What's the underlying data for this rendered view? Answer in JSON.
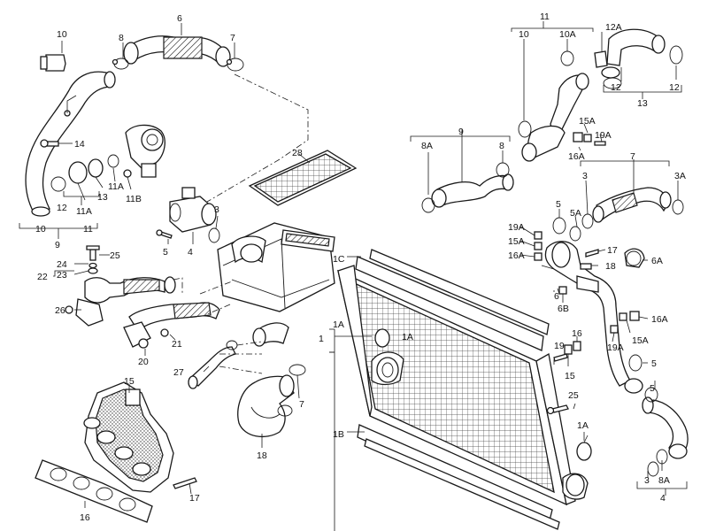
{
  "callouts": [
    {
      "id": "c-6",
      "text": "6"
    },
    {
      "id": "c-8-top",
      "text": "8"
    },
    {
      "id": "c-7-top",
      "text": "7"
    },
    {
      "id": "c-10-topleft",
      "text": "10"
    },
    {
      "id": "c-14",
      "text": "14"
    },
    {
      "id": "c-13-left",
      "text": "13"
    },
    {
      "id": "c-11a-left",
      "text": "11A"
    },
    {
      "id": "c-11b",
      "text": "11B"
    },
    {
      "id": "c-11a-left2",
      "text": "11A"
    },
    {
      "id": "c-10-left",
      "text": "10"
    },
    {
      "id": "c-12-left",
      "text": "12"
    },
    {
      "id": "c-11-left",
      "text": "11"
    },
    {
      "id": "c-9-left",
      "text": "9"
    },
    {
      "id": "c-28",
      "text": "28"
    },
    {
      "id": "c-3-mid",
      "text": "3"
    },
    {
      "id": "c-5-mid",
      "text": "5"
    },
    {
      "id": "c-4-mid",
      "text": "4"
    },
    {
      "id": "c-24",
      "text": "24"
    },
    {
      "id": "c-25-left",
      "text": "25"
    },
    {
      "id": "c-23",
      "text": "23"
    },
    {
      "id": "c-22",
      "text": "22"
    },
    {
      "id": "c-26",
      "text": "26"
    },
    {
      "id": "c-21",
      "text": "21"
    },
    {
      "id": "c-20",
      "text": "20"
    },
    {
      "id": "c-27",
      "text": "27"
    },
    {
      "id": "c-7-mid",
      "text": "7"
    },
    {
      "id": "c-18-left",
      "text": "18"
    },
    {
      "id": "c-15-left",
      "text": "15"
    },
    {
      "id": "c-17-left",
      "text": "17"
    },
    {
      "id": "c-16-left",
      "text": "16"
    },
    {
      "id": "c-1c",
      "text": "1C"
    },
    {
      "id": "c-1a-mid",
      "text": "1A"
    },
    {
      "id": "c-1",
      "text": "1"
    },
    {
      "id": "c-1a-inner",
      "text": "1A"
    },
    {
      "id": "c-1b",
      "text": "1B"
    },
    {
      "id": "c-11-top",
      "text": "11"
    },
    {
      "id": "c-10-top",
      "text": "10"
    },
    {
      "id": "c-10a-top",
      "text": "10A"
    },
    {
      "id": "c-12a",
      "text": "12A"
    },
    {
      "id": "c-12-right1",
      "text": "12"
    },
    {
      "id": "c-12-right2",
      "text": "12"
    },
    {
      "id": "c-13-right",
      "text": "13"
    },
    {
      "id": "c-9-right",
      "text": "9"
    },
    {
      "id": "c-8a-top",
      "text": "8A"
    },
    {
      "id": "c-8-right",
      "text": "8"
    },
    {
      "id": "c-15a-top",
      "text": "15A"
    },
    {
      "id": "c-19a-top",
      "text": "19A"
    },
    {
      "id": "c-16a-top",
      "text": "16A"
    },
    {
      "id": "c-7-right",
      "text": "7"
    },
    {
      "id": "c-3-right",
      "text": "3"
    },
    {
      "id": "c-3a",
      "text": "3A"
    },
    {
      "id": "c-5-right",
      "text": "5"
    },
    {
      "id": "c-5a",
      "text": "5A"
    },
    {
      "id": "c-19a-mid",
      "text": "19A"
    },
    {
      "id": "c-15a-mid",
      "text": "15A"
    },
    {
      "id": "c-16a-mid",
      "text": "16A"
    },
    {
      "id": "c-17-right",
      "text": "17"
    },
    {
      "id": "c-18-right",
      "text": "18"
    },
    {
      "id": "c-6a",
      "text": "6A"
    },
    {
      "id": "c-6-right",
      "text": "6"
    },
    {
      "id": "c-6b",
      "text": "6B"
    },
    {
      "id": "c-16a-low",
      "text": "16A"
    },
    {
      "id": "c-16-right",
      "text": "16"
    },
    {
      "id": "c-15a-low",
      "text": "15A"
    },
    {
      "id": "c-19",
      "text": "19"
    },
    {
      "id": "c-15-right",
      "text": "15"
    },
    {
      "id": "c-19a-low",
      "text": "19A"
    },
    {
      "id": "c-5-low",
      "text": "5"
    },
    {
      "id": "c-25-right",
      "text": "25"
    },
    {
      "id": "c-1a-low",
      "text": "1A"
    },
    {
      "id": "c-3-bottom",
      "text": "3"
    },
    {
      "id": "c-8a-bottom",
      "text": "8A"
    },
    {
      "id": "c-5-bottom",
      "text": "5"
    },
    {
      "id": "c-4-bottom",
      "text": "4"
    }
  ]
}
